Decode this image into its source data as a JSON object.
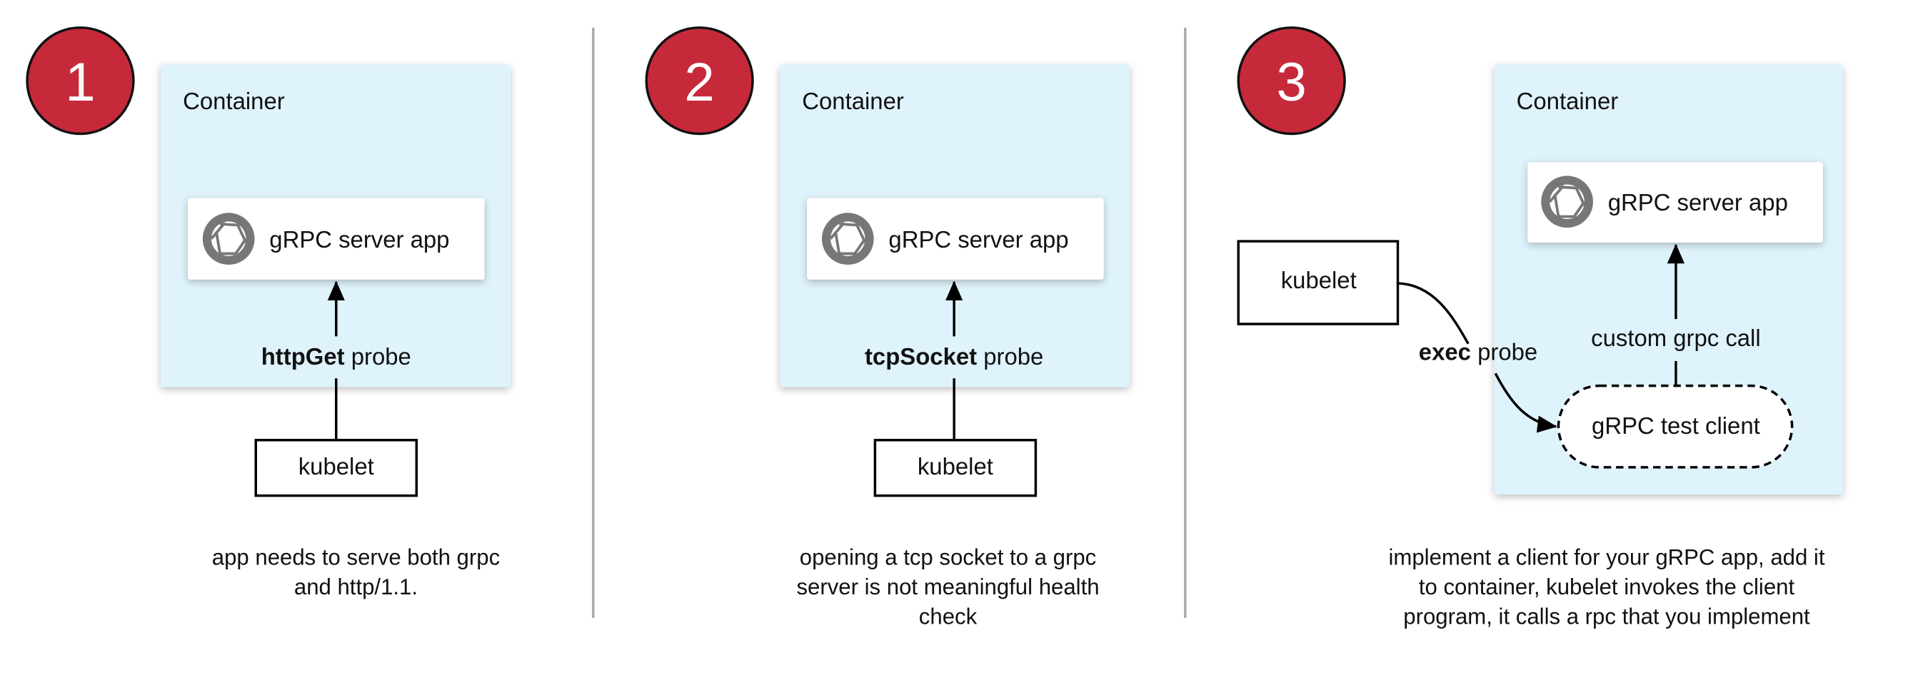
{
  "colors": {
    "badge": "#c62a3a",
    "container": "#dff3fc",
    "icon": "#777777",
    "divider": "#aaaaaa"
  },
  "icons": {
    "server": "grpc-aperture-icon"
  },
  "panels": [
    {
      "number": "1",
      "container": "Container",
      "server": "gRPC server app",
      "probe_bold": "httpGet",
      "probe_rest": " probe",
      "kubelet": "kubelet",
      "caption": [
        "app needs to serve both grpc",
        "and http/1.1."
      ]
    },
    {
      "number": "2",
      "container": "Container",
      "server": "gRPC server app",
      "probe_bold": "tcpSocket",
      "probe_rest": " probe",
      "kubelet": "kubelet",
      "caption": [
        "opening a tcp socket to a grpc",
        "server is not meaningful health",
        "check"
      ]
    },
    {
      "number": "3",
      "container": "Container",
      "server": "gRPC server app",
      "probe_bold": "exec",
      "probe_rest": " probe",
      "kubelet": "kubelet",
      "client": "gRPC test client",
      "call": "custom grpc call",
      "caption": [
        "implement a client for your gRPC app, add it",
        "to container, kubelet invokes the client",
        "program, it calls a rpc that you implement"
      ]
    }
  ]
}
